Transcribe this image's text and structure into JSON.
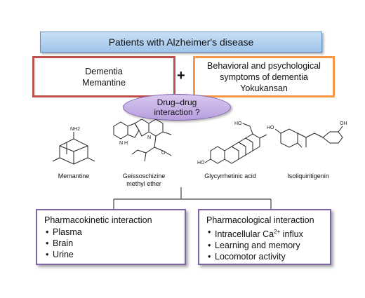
{
  "title": "Patients with Alzheimer's disease",
  "left_box": {
    "line1": "Dementia",
    "line2": "Memantine"
  },
  "plus": "+",
  "right_box": {
    "line1": "Behavioral and psychological",
    "line2": "symptoms of dementia",
    "line3": "Yokukansan"
  },
  "interaction": {
    "line1": "Drug–drug",
    "line2": "interaction ?"
  },
  "compounds": [
    {
      "label": "Memantine",
      "label2": ""
    },
    {
      "label": "Geissoschizine",
      "label2": "methyl ether"
    },
    {
      "label": "Glycyrrhetinic acid",
      "label2": ""
    },
    {
      "label": "Isoliquiritigenin",
      "label2": ""
    }
  ],
  "atom_labels": {
    "nh2": "NH2",
    "nh": "N H",
    "n": "N",
    "o": "O",
    "ho": "HO",
    "oh": "OH"
  },
  "pk_box": {
    "heading": "Pharmacokinetic interaction",
    "items": [
      "Plasma",
      "Brain",
      "Urine"
    ]
  },
  "pd_box": {
    "heading": "Pharmacological interaction",
    "item1_prefix": "Intracellular Ca",
    "item1_sup": "2+",
    "item1_suffix": " influx",
    "items_rest": [
      "Learning and memory",
      "Locomotor activity"
    ]
  },
  "colors": {
    "red": "#c0504d",
    "orange": "#f79646",
    "purple": "#7f63a7",
    "blue": "#9fc4ea"
  }
}
